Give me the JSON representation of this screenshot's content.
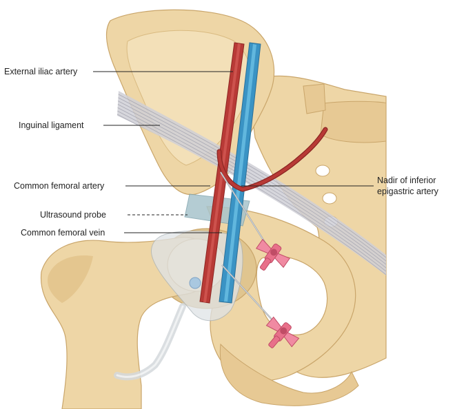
{
  "labels": {
    "external_iliac_artery": "External iliac artery",
    "inguinal_ligament": "Inguinal ligament",
    "common_femoral_artery": "Common femoral artery",
    "ultrasound_probe": "Ultrasound probe",
    "common_femoral_vein": "Common femoral vein",
    "nadir_line1": "Nadir of inferior",
    "nadir_line2": "epigastric artery"
  },
  "colors": {
    "bone": "#eed6a6",
    "bone_shadow": "#d9ba80",
    "bone_edge": "#c9a56a",
    "artery": "#b83a36",
    "artery_dark": "#8c2623",
    "vein": "#3a93c4",
    "vein_light": "#6cc0e5",
    "ligament": "#b9b9c2",
    "needle_hub": "#e8708a",
    "probe": "#a8c4cc",
    "leader_line": "#222222"
  },
  "icons": [
    "needle-icon",
    "ultrasound-probe-icon"
  ]
}
